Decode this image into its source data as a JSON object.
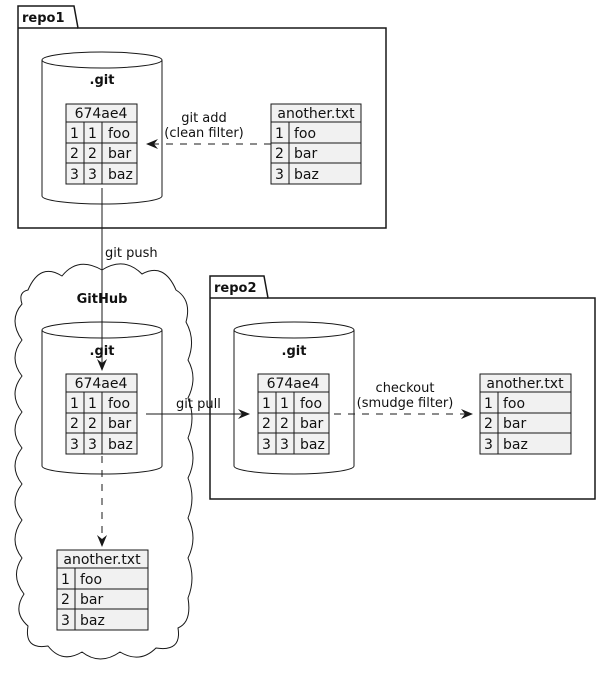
{
  "packages": {
    "repo1": {
      "label": "repo1"
    },
    "repo2": {
      "label": "repo2"
    },
    "github": {
      "label": "GitHub"
    }
  },
  "databases": {
    "repo1_git": {
      "label": ".git"
    },
    "github_git": {
      "label": ".git"
    },
    "repo2_git": {
      "label": ".git"
    }
  },
  "objects": {
    "repo1_blob": {
      "header": "674ae4",
      "rows": [
        [
          "1",
          "1",
          "foo"
        ],
        [
          "2",
          "2",
          "bar"
        ],
        [
          "3",
          "3",
          "baz"
        ]
      ]
    },
    "repo1_file": {
      "header": "another.txt",
      "rows": [
        [
          "1",
          "foo"
        ],
        [
          "2",
          "bar"
        ],
        [
          "3",
          "baz"
        ]
      ]
    },
    "github_blob": {
      "header": "674ae4",
      "rows": [
        [
          "1",
          "1",
          "foo"
        ],
        [
          "2",
          "2",
          "bar"
        ],
        [
          "3",
          "3",
          "baz"
        ]
      ]
    },
    "github_file": {
      "header": "another.txt",
      "rows": [
        [
          "1",
          "foo"
        ],
        [
          "2",
          "bar"
        ],
        [
          "3",
          "baz"
        ]
      ]
    },
    "repo2_blob": {
      "header": "674ae4",
      "rows": [
        [
          "1",
          "1",
          "foo"
        ],
        [
          "2",
          "2",
          "bar"
        ],
        [
          "3",
          "3",
          "baz"
        ]
      ]
    },
    "repo2_file": {
      "header": "another.txt",
      "rows": [
        [
          "1",
          "foo"
        ],
        [
          "2",
          "bar"
        ],
        [
          "3",
          "baz"
        ]
      ]
    }
  },
  "edges": {
    "git_add": {
      "line1": "git add",
      "line2": "(clean filter)"
    },
    "git_push": {
      "label": "git push"
    },
    "git_pull": {
      "label": "git pull"
    },
    "checkout": {
      "line1": "checkout",
      "line2": "(smudge filter)"
    }
  }
}
